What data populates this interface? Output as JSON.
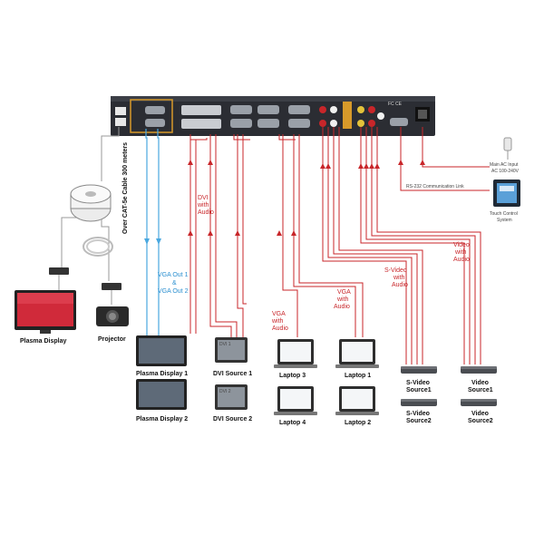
{
  "labels": {
    "cable": "Over CAT-5e Cable 300 meters",
    "plasma_display": "Plasma Display",
    "projector": "Projector",
    "plasma_display_1": "Plasma Display 1",
    "plasma_display_2": "Plasma Display 2",
    "vga_out_1": "VGA Out 1",
    "and": "&",
    "vga_out_2": "VGA Out 2",
    "dvi_source_1": "DVI Source 1",
    "dvi_source_2": "DVI Source 2",
    "laptop_1": "Laptop 1",
    "laptop_2": "Laptop 2",
    "laptop_3": "Laptop 3",
    "laptop_4": "Laptop 4",
    "svideo_source_1_a": "S-Video",
    "svideo_source_1_b": "Source1",
    "svideo_source_2_a": "S-Video",
    "svideo_source_2_b": "Source2",
    "video_source_1_a": "Video",
    "video_source_1_b": "Source1",
    "video_source_2_a": "Video",
    "video_source_2_b": "Source2",
    "dvi_with_audio": [
      "DVI",
      "with",
      "Audio"
    ],
    "vga_with_audio_1": [
      "VGA",
      "with",
      "Audio"
    ],
    "vga_with_audio_2": [
      "VGA",
      "with",
      "Audio"
    ],
    "svideo_with_audio": [
      "S-Video",
      "with",
      "Audio"
    ],
    "video_with_audio": [
      "Video",
      "with",
      "Audio"
    ],
    "main_ac_a": "Main AC Input",
    "main_ac_b": "AC 100-240V",
    "rs232": "RS-232 Communication Link",
    "touch_a": "Touch Control",
    "touch_b": "System",
    "dvi_1_tag": "DVI 1",
    "dvi_2_tag": "DVI 2"
  },
  "colors": {
    "signal_red": "#c8262a",
    "signal_blue": "#4aa8e0",
    "chassis": "#2b2d33",
    "chassis_orange": "#d79a2a"
  }
}
